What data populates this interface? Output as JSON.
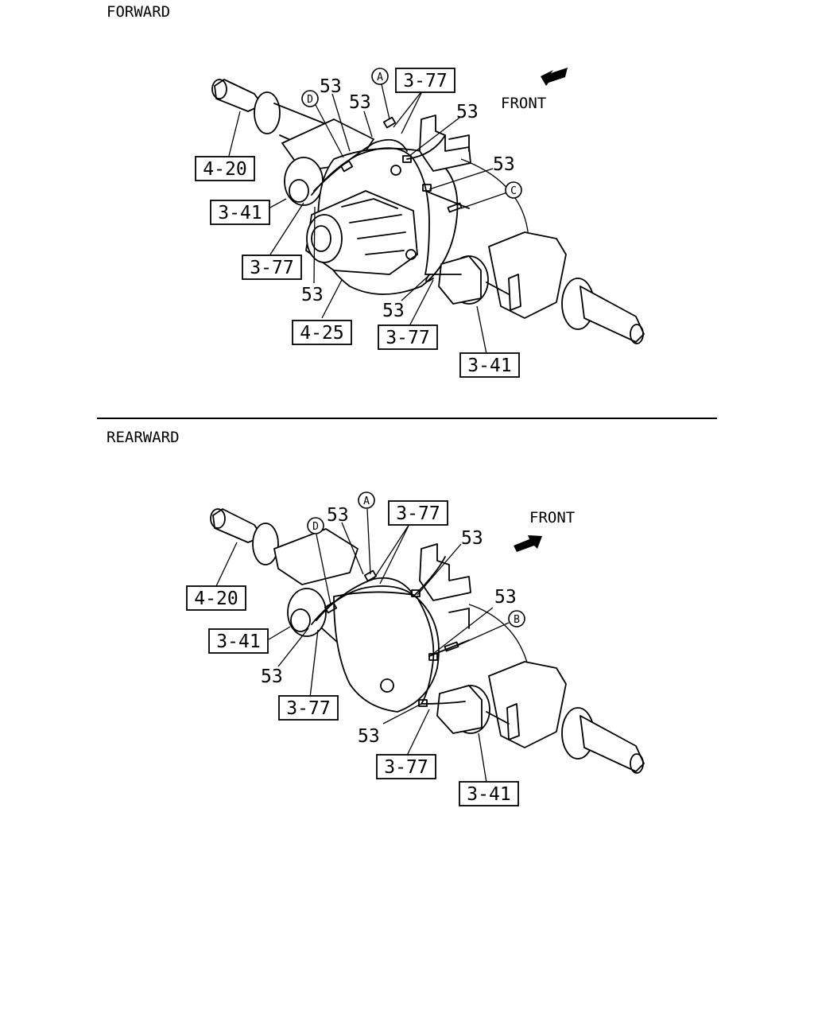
{
  "forward": {
    "title": "FORWARD",
    "front_label": "FRONT",
    "refs": {
      "ref_3_77_top": "3-77",
      "ref_4_20": "4-20",
      "ref_3_41_left": "3-41",
      "ref_3_77_left": "3-77",
      "ref_4_25": "4-25",
      "ref_3_77_bottom": "3-77",
      "ref_3_41_right": "3-41"
    },
    "callouts": {
      "a": "A",
      "d": "D",
      "c": "C"
    },
    "part_number": "53"
  },
  "rearward": {
    "title": "REARWARD",
    "front_label": "FRONT",
    "refs": {
      "ref_3_77_top": "3-77",
      "ref_4_20": "4-20",
      "ref_3_41_left": "3-41",
      "ref_3_77_left": "3-77",
      "ref_3_77_bottom": "3-77",
      "ref_3_41_right": "3-41"
    },
    "callouts": {
      "a": "A",
      "d": "D",
      "b": "B"
    },
    "part_number": "53"
  }
}
